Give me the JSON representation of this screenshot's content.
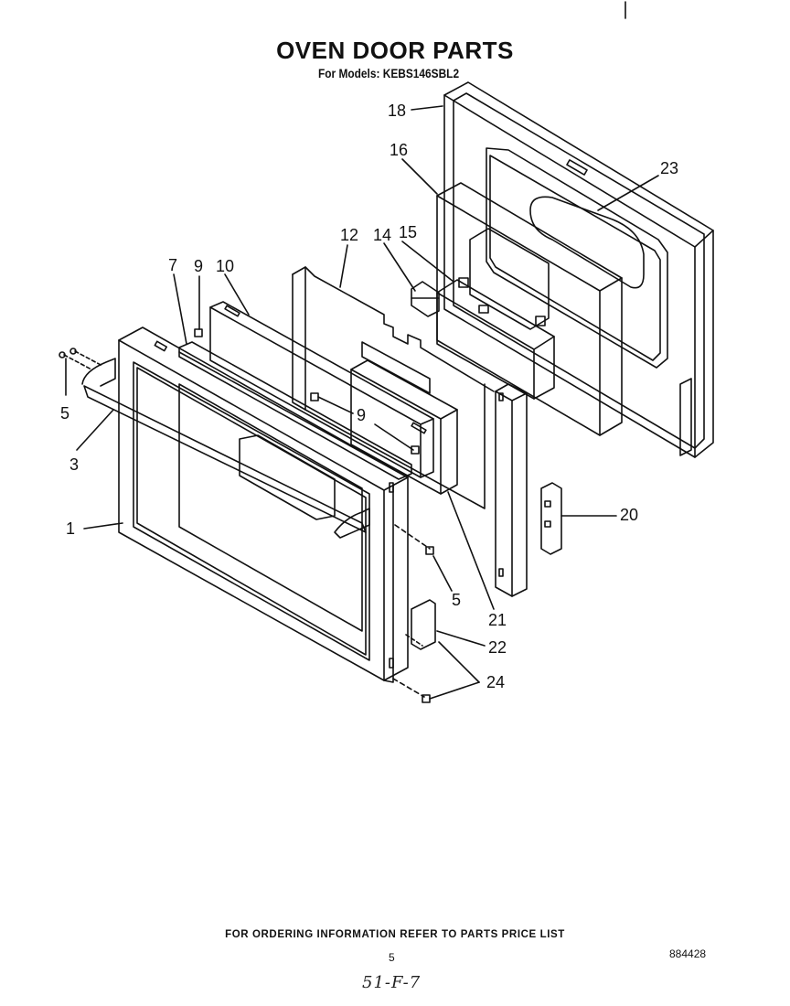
{
  "header": {
    "title": "OVEN DOOR PARTS",
    "subtitle": "For Models: KEBS146SBL2"
  },
  "callouts": [
    "18",
    "16",
    "23",
    "12",
    "14",
    "15",
    "7",
    "9",
    "10",
    "5",
    "3",
    "9",
    "1",
    "20",
    "5",
    "21",
    "22",
    "24"
  ],
  "footer": {
    "ordering_note": "FOR ORDERING INFORMATION REFER TO PARTS PRICE LIST",
    "page_number": "5",
    "document_number": "884428",
    "handwritten_note": "51-F-7"
  }
}
